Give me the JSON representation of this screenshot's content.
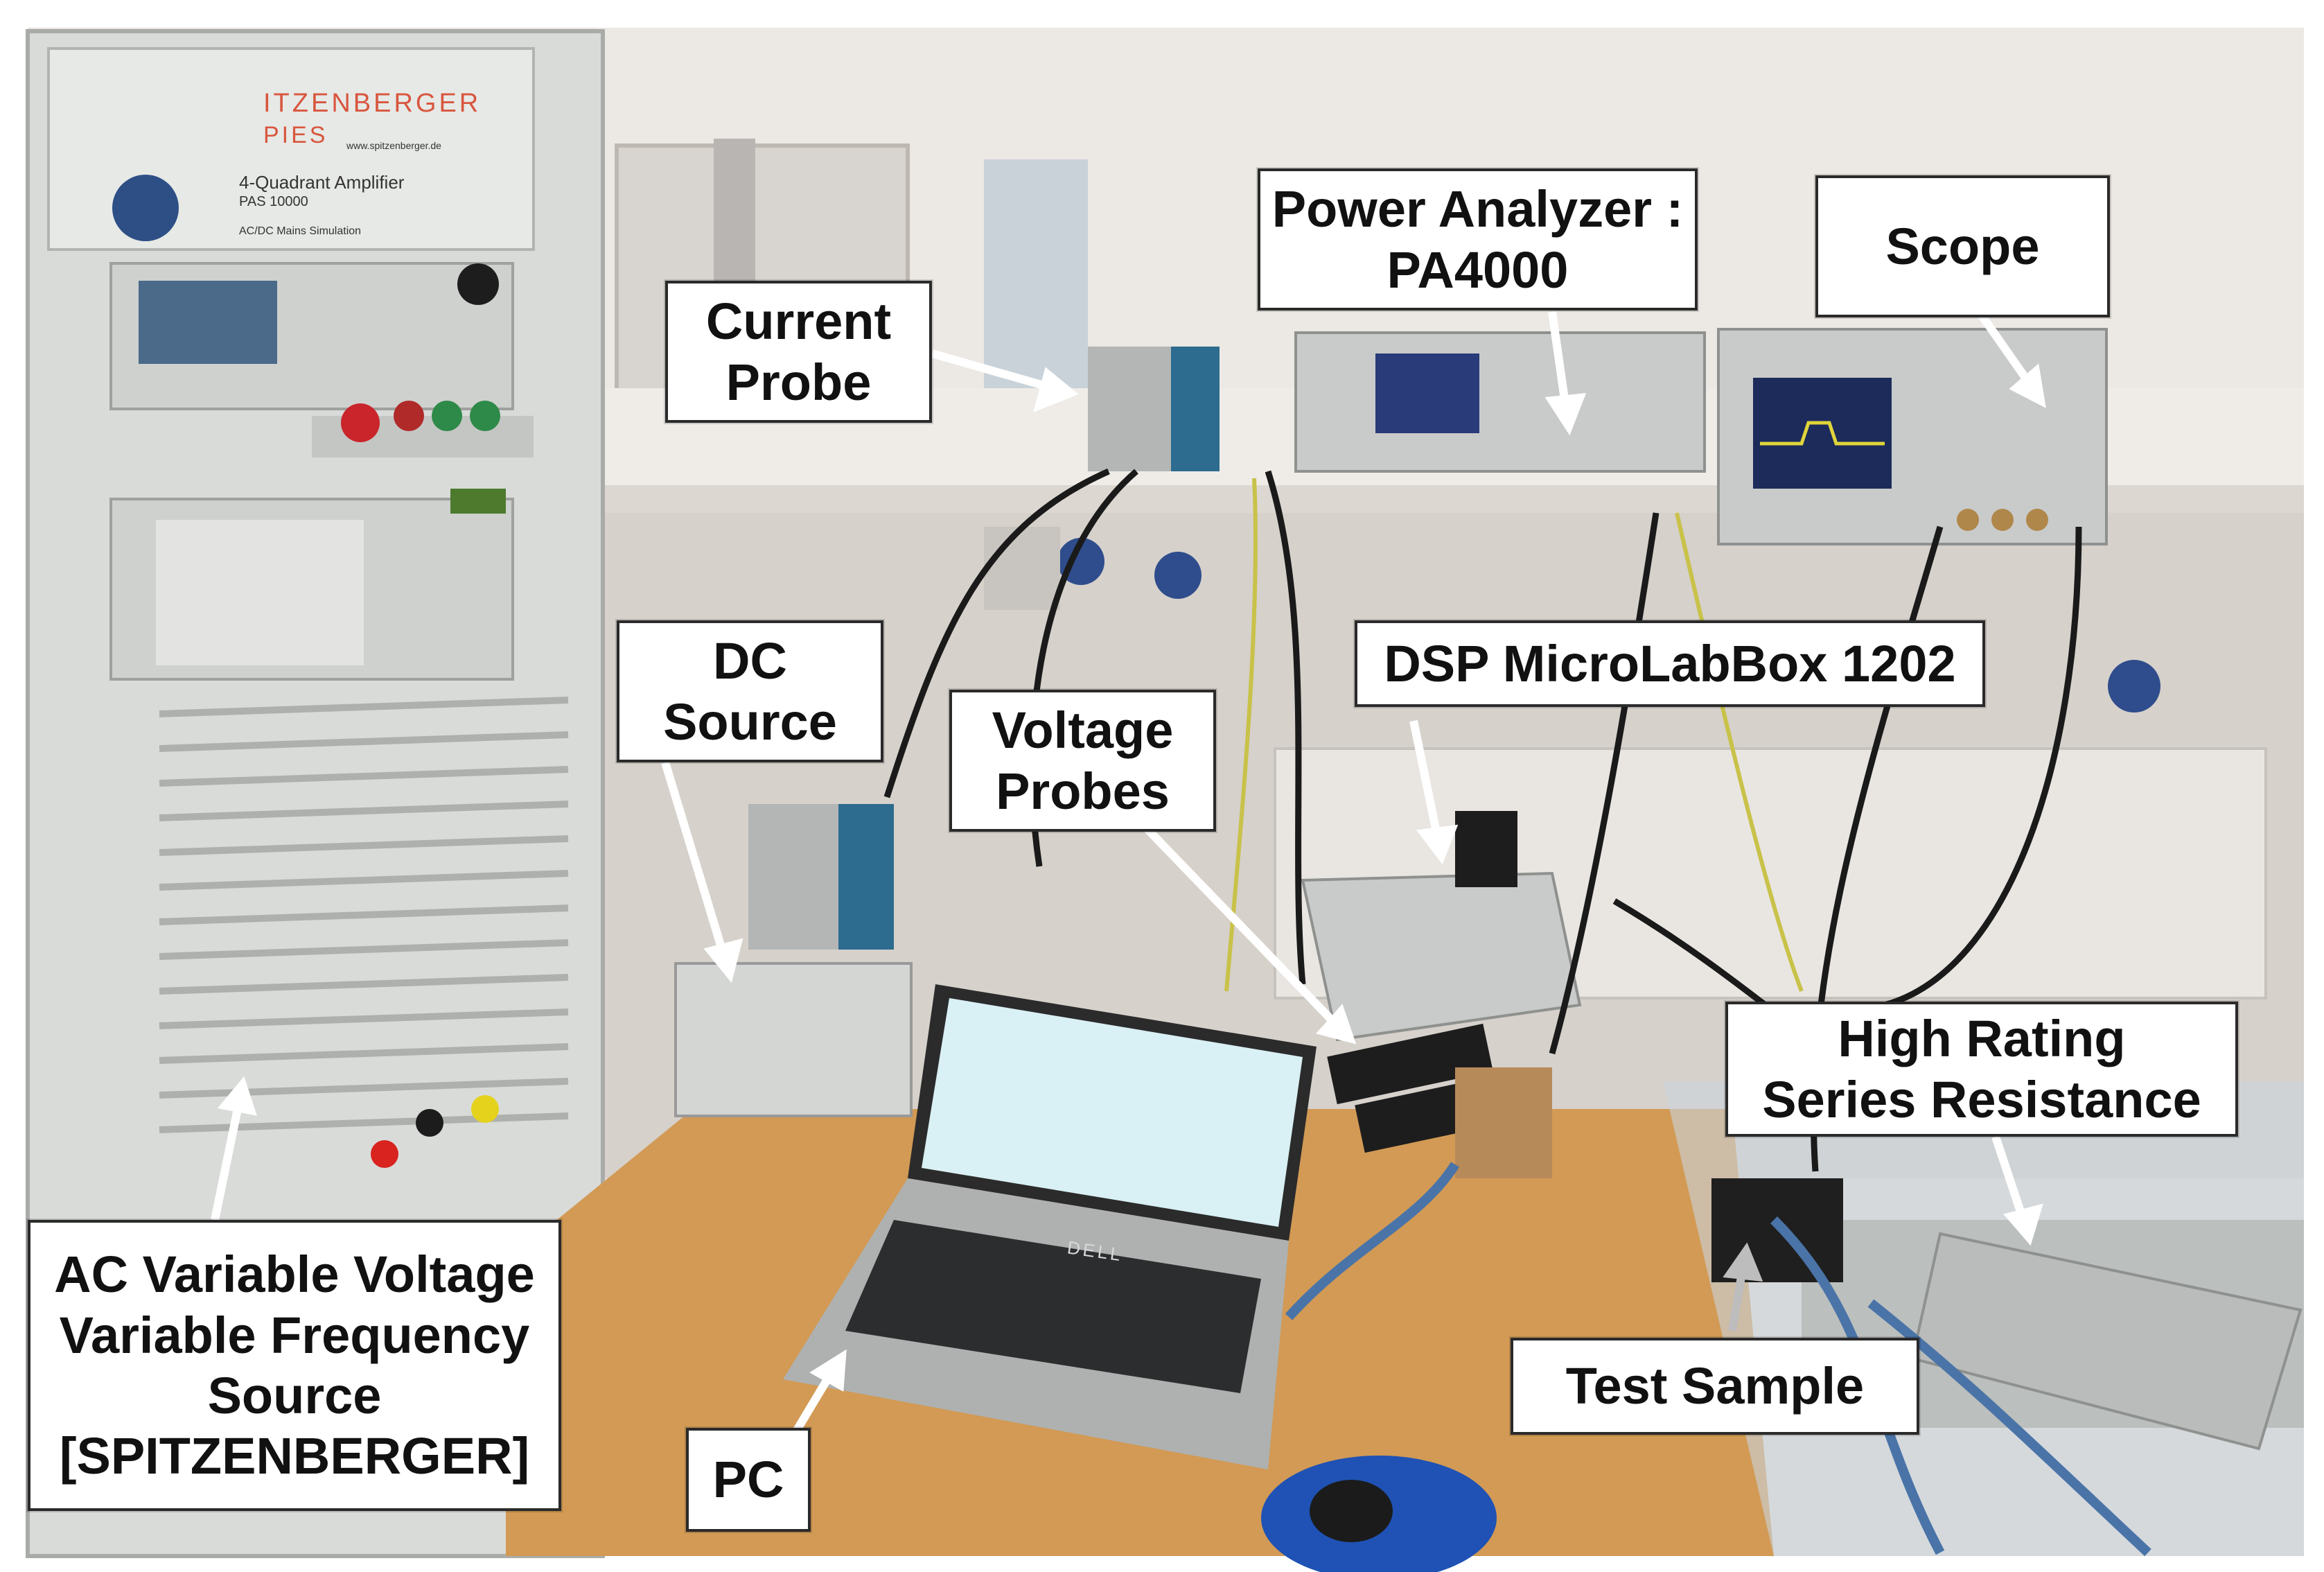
{
  "labels": {
    "current_probe": [
      "Current",
      "Probe"
    ],
    "power_analyzer": [
      "Power Analyzer :",
      "PA4000"
    ],
    "scope": [
      "Scope"
    ],
    "dc_source": [
      "DC",
      "Source"
    ],
    "voltage_probes": [
      "Voltage",
      "Probes"
    ],
    "dsp": [
      "DSP MicroLabBox 1202"
    ],
    "high_rating": [
      "High Rating",
      "Series Resistance"
    ],
    "test_sample": [
      "Test Sample"
    ],
    "pc": [
      "PC"
    ],
    "ac_source": [
      "AC Variable Voltage",
      "Variable Frequency",
      "Source",
      "[SPITZENBERGER]"
    ]
  },
  "equipment_print": {
    "brand_line1": "ITZENBERGER",
    "brand_line2": "PIES",
    "website": "www.spitzenberger.de",
    "model_title": "4-Quadrant Amplifier",
    "model_number": "PAS 10000",
    "model_subtitle": "AC/DC Mains Simulation",
    "laptop_brand": "DELL"
  },
  "colors": {
    "label_border": "#2a2a2a",
    "arrow": "#ffffff",
    "bench": "#d29a55",
    "cabinet": "#d9dbd8",
    "cable_blue": "#4a74a8"
  }
}
